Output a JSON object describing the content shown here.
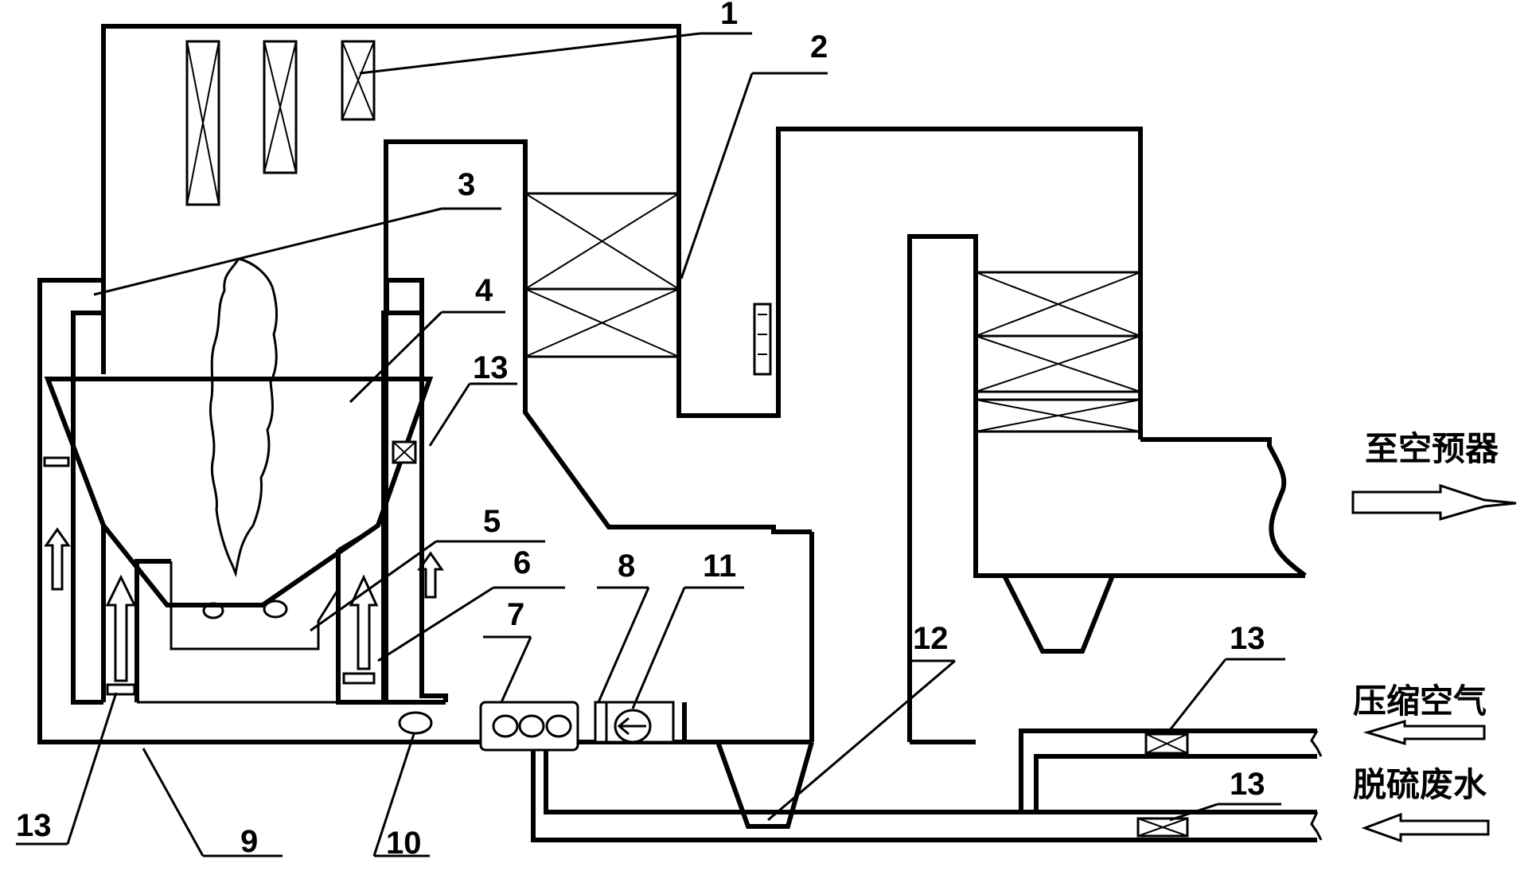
{
  "labels": {
    "n1": "1",
    "n2": "2",
    "n3": "3",
    "n4": "4",
    "n5": "5",
    "n6": "6",
    "n7": "7",
    "n8": "8",
    "n9": "9",
    "n10": "10",
    "n11": "11",
    "n12": "12",
    "n13a": "13",
    "n13b": "13",
    "n13c": "13",
    "n13d": "13"
  },
  "streams": {
    "to_air_preheater": "至空预器",
    "compressed_air": "压缩空气",
    "desulfurization_wastewater": "脱硫废水"
  }
}
